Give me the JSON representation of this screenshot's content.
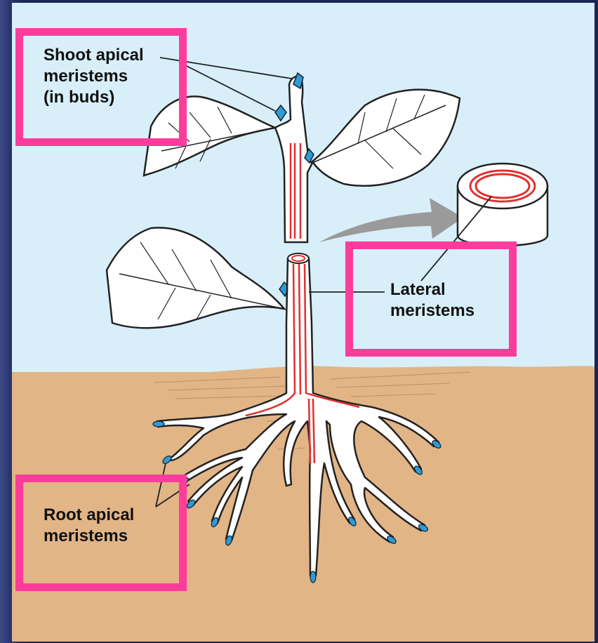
{
  "labels": {
    "shoot_apical": "Shoot apical\nmeristems\n(in buds)",
    "lateral": "Lateral\nmeristems",
    "root_apical": "Root apical\nmeristems"
  },
  "colors": {
    "sky": "#d8effa",
    "soil": "#e2b587",
    "highlight_box": "#ff3c9b",
    "meristem_blue": "#2f9bd4",
    "vascular_red": "#e0302f",
    "arrow_gray": "#9a9a9a"
  }
}
